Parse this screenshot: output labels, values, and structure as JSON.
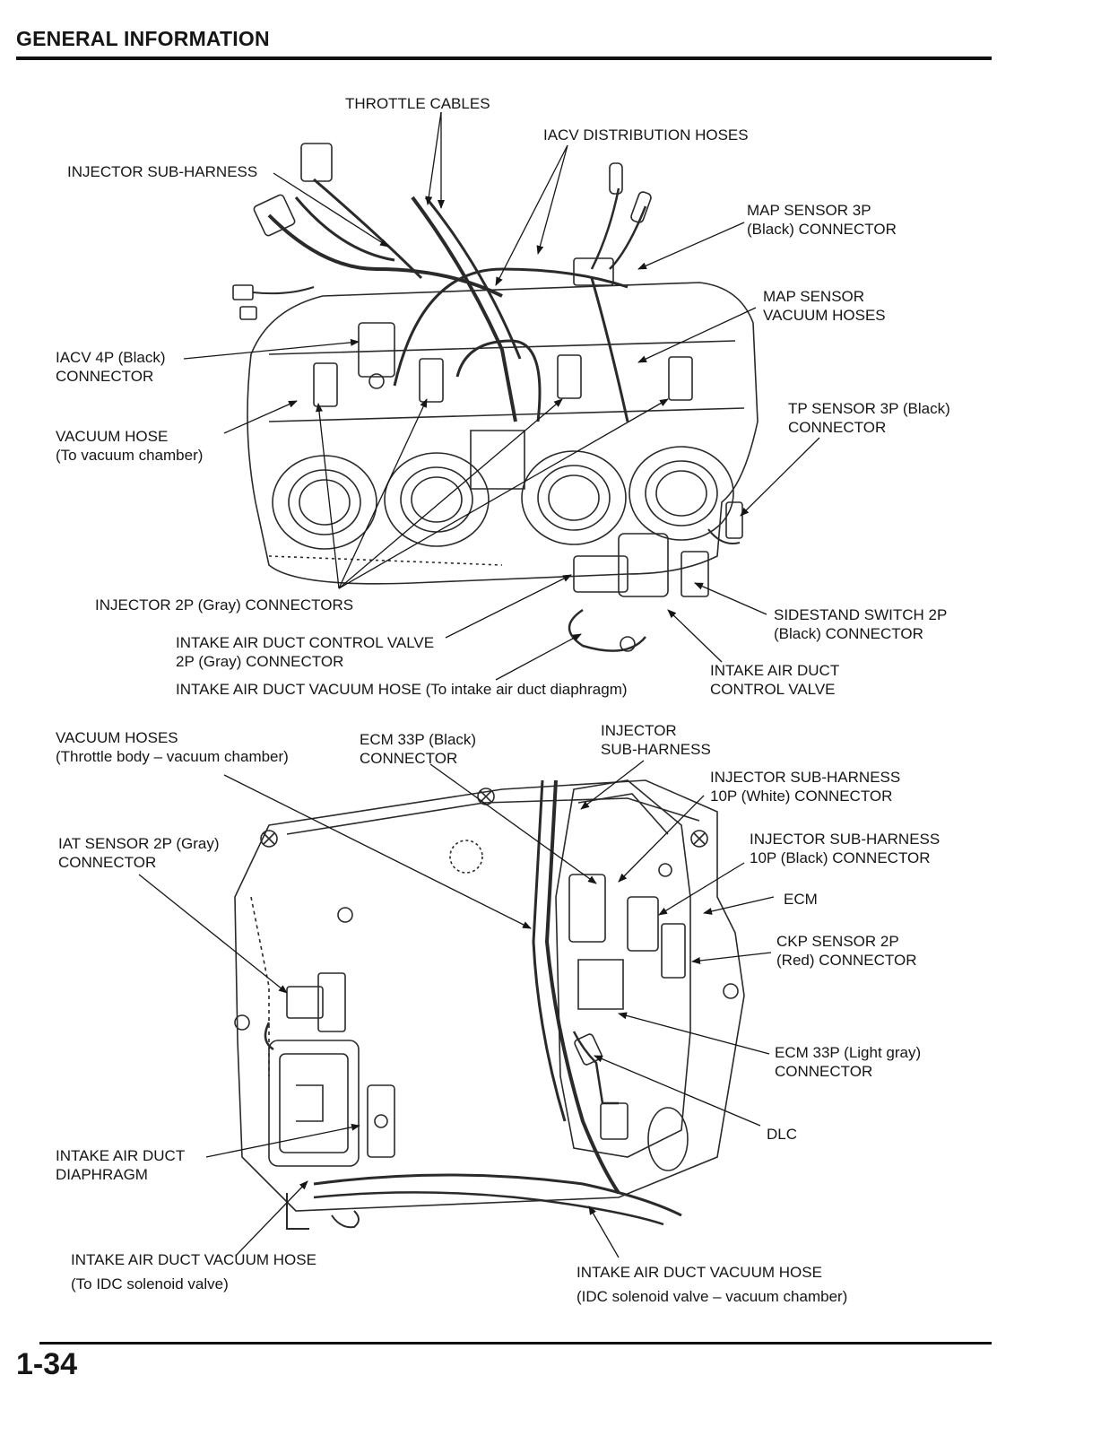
{
  "header": {
    "section_title": "GENERAL INFORMATION"
  },
  "footer": {
    "page_number": "1-34"
  },
  "figure_top": {
    "labels": {
      "throttle_cables": "THROTTLE CABLES",
      "iacv_distribution_hoses": "IACV DISTRIBUTION HOSES",
      "injector_sub_harness": "INJECTOR SUB-HARNESS",
      "map_sensor_connector": [
        "MAP SENSOR 3P",
        "(Black) CONNECTOR"
      ],
      "map_sensor_vacuum_hoses": [
        "MAP SENSOR",
        "VACUUM HOSES"
      ],
      "iacv_connector": [
        "IACV 4P (Black)",
        "CONNECTOR"
      ],
      "tp_sensor_connector": [
        "TP SENSOR 3P (Black)",
        "CONNECTOR"
      ],
      "vacuum_hose": [
        "VACUUM HOSE",
        "(To vacuum chamber)"
      ],
      "injector_connectors": "INJECTOR 2P (Gray) CONNECTORS",
      "sidestand_switch_connector": [
        "SIDESTAND SWITCH 2P",
        "(Black) CONNECTOR"
      ],
      "intake_air_duct_control_valve_connector": [
        "INTAKE AIR DUCT CONTROL VALVE",
        "2P (Gray) CONNECTOR"
      ],
      "intake_air_duct_control_valve": [
        "INTAKE AIR DUCT",
        "CONTROL VALVE"
      ],
      "intake_air_duct_vacuum_hose_diaphragm": "INTAKE AIR DUCT VACUUM HOSE (To intake air duct diaphragm)"
    }
  },
  "figure_bottom": {
    "labels": {
      "vacuum_hoses": [
        "VACUUM HOSES",
        "(Throttle body – vacuum chamber)"
      ],
      "ecm_33p_black": [
        "ECM 33P (Black)",
        "CONNECTOR"
      ],
      "injector_sub_harness": [
        "INJECTOR",
        "SUB-HARNESS"
      ],
      "injector_sub_harness_white": [
        "INJECTOR SUB-HARNESS",
        "10P (White) CONNECTOR"
      ],
      "injector_sub_harness_black": [
        "INJECTOR SUB-HARNESS",
        "10P (Black) CONNECTOR"
      ],
      "iat_sensor_connector": [
        "IAT SENSOR 2P (Gray)",
        "CONNECTOR"
      ],
      "ecm": "ECM",
      "ckp_sensor_connector": [
        "CKP SENSOR 2P",
        "(Red) CONNECTOR"
      ],
      "ecm_33p_light_gray": [
        "ECM 33P (Light gray)",
        "CONNECTOR"
      ],
      "dlc": "DLC",
      "intake_air_duct_diaphragm": [
        "INTAKE AIR DUCT",
        "DIAPHRAGM"
      ],
      "intake_air_duct_vacuum_hose_idc": [
        "INTAKE AIR DUCT VACUUM HOSE",
        "(To IDC solenoid valve)"
      ],
      "intake_air_duct_vacuum_hose_chamber": [
        "INTAKE AIR DUCT VACUUM HOSE",
        "(IDC solenoid valve – vacuum chamber)"
      ]
    }
  }
}
